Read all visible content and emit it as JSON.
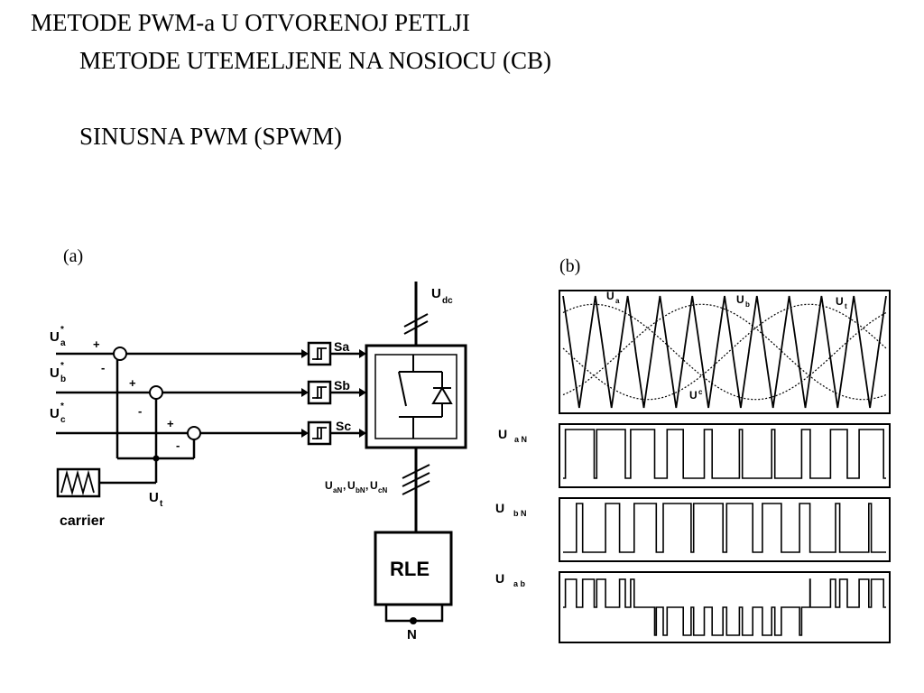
{
  "slide": {
    "title": "METODE PWM-a U OTVORENOJ PETLJI",
    "subtitle": "METODE UTEMELJENE NA NOSIOCU (CB)",
    "section": "SINUSNA PWM (SPWM)"
  },
  "figure_a": {
    "caption": "(a)",
    "ref_a": "U",
    "ref_a_sub": "a",
    "ref_b": "U",
    "ref_b_sub": "b",
    "ref_c": "U",
    "ref_c_sub": "c",
    "star": "*",
    "plus": "+",
    "minus": "-",
    "switch_a": "Sa",
    "switch_b": "Sb",
    "switch_c": "Sc",
    "dc_label": "U",
    "dc_sub": "dc",
    "phase_voltages": "U",
    "phase_v1_sub": "aN",
    "phase_v2": "U",
    "phase_v2_sub": "bN",
    "phase_v3": "U",
    "phase_v3_sub": "cN",
    "sep": ",",
    "carrier_label": "carrier",
    "carrier_symbol": "U",
    "carrier_sub": "t",
    "load_label": "RLE",
    "neutral_label": "N"
  },
  "figure_b": {
    "caption": "(b)",
    "ua_ref": "U",
    "ua_ref_sub": "a",
    "ub_ref": "U",
    "ub_ref_sub": "b",
    "uc_ref": "U",
    "uc_ref_sub": "c",
    "ut_label": "U",
    "ut_sub": "t",
    "uan_label": "U",
    "uan_sub": "a N",
    "ubn_label": "U",
    "ubn_sub": "b N",
    "uab_label": "U",
    "uab_sub": "a b"
  }
}
